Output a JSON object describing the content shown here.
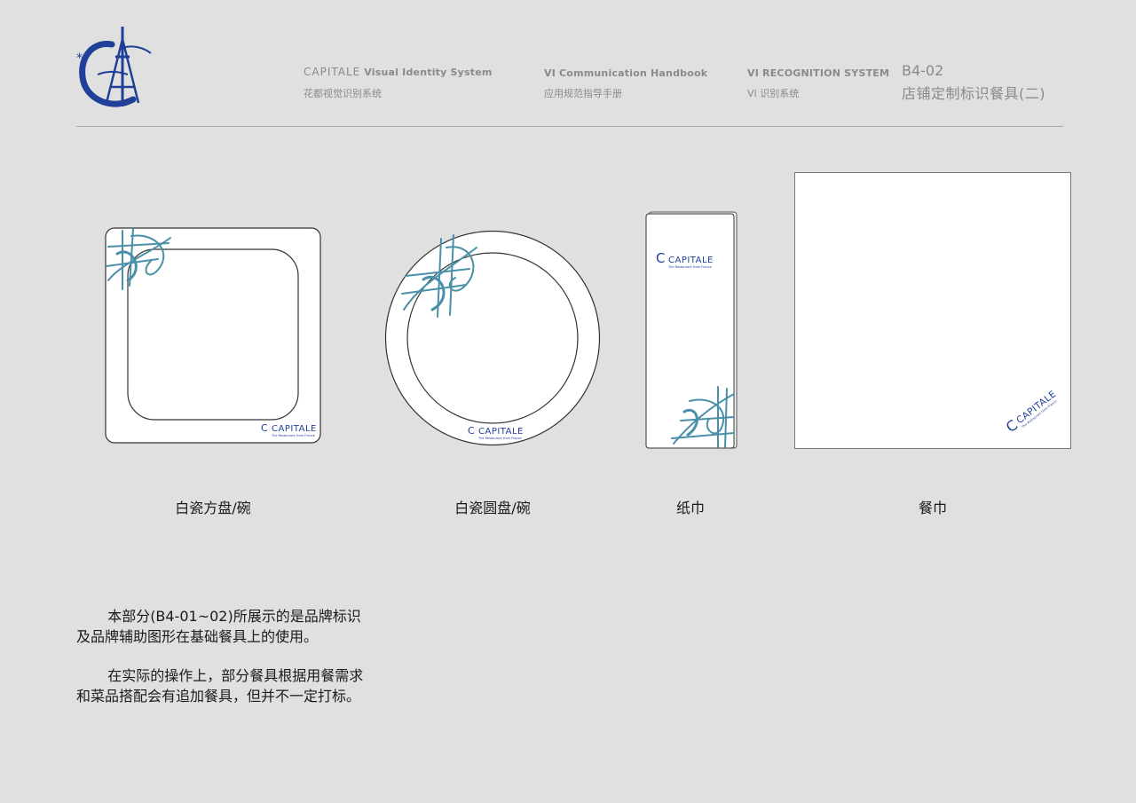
{
  "header": {
    "col1_en_brand": "CAPITALE",
    "col1_en_rest": " Visual Identity System",
    "col1_cn": "花都视觉识别系统",
    "col2_en": "VI Communication Handbook",
    "col2_cn": "应用规范指导手册",
    "col3_en": "VI RECOGNITION SYSTEM",
    "col3_cn": "VI 识别系统",
    "page_code": "B4-02",
    "page_title": "店铺定制标识餐具(二)"
  },
  "brand": {
    "wordmark": "CAPITALE",
    "tagline": "The Restaurant from France",
    "color_logo": "#1f3f99",
    "color_pattern": "#4a90a8"
  },
  "items": [
    {
      "label": "白瓷方盘/碗"
    },
    {
      "label": "白瓷圆盘/碗"
    },
    {
      "label": "纸巾"
    },
    {
      "label": "餐巾"
    }
  ],
  "description": {
    "para1": "本部分(B4-01~02)所展示的是品牌标识及品牌辅助图形在基础餐具上的使用。",
    "para2": "在实际的操作上，部分餐具根据用餐需求和菜品搭配会有追加餐具，但并不一定打标。"
  }
}
